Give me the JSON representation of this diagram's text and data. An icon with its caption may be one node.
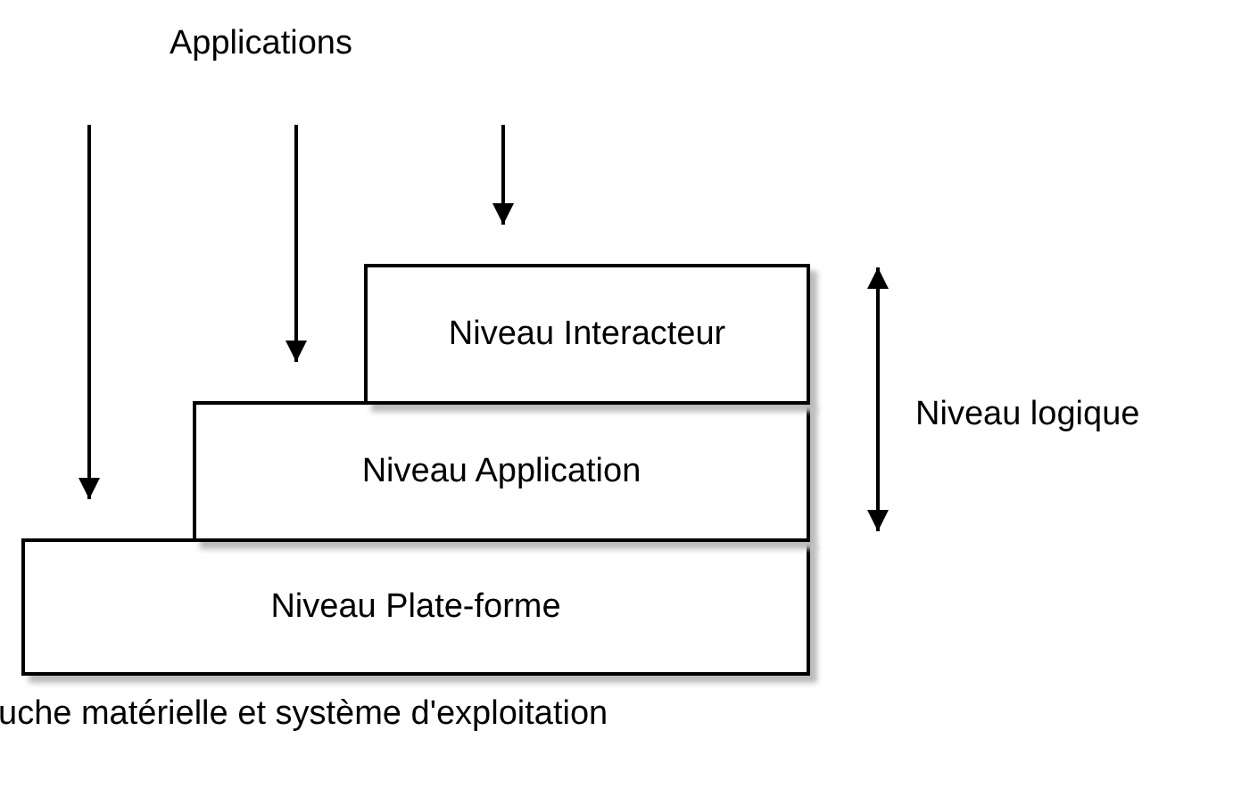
{
  "diagram": {
    "nodes": [
      {
        "text": [
          "Niveau Interacteur"
        ]
      },
      {
        "text": [
          "Niveau Application"
        ]
      },
      {
        "text": [
          "Niveau Plate-forme"
        ]
      }
    ],
    "edges": [
      {
        "from": null,
        "to": 2,
        "arrow": "to"
      },
      {
        "from": null,
        "to": 1,
        "arrow": "to"
      },
      {
        "from": null,
        "to": 0,
        "arrow": "to"
      }
    ],
    "labels": [
      "Applications",
      "Niveau logique",
      "uche matérielle et système d'exploitation"
    ]
  }
}
